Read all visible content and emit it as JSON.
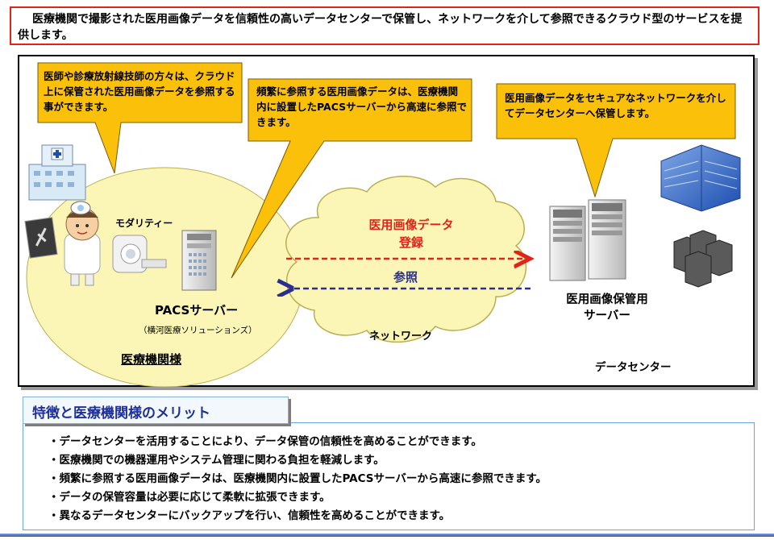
{
  "summary": {
    "text": "医療機関で撮影された医用画像データを信頼性の高いデータセンターで保管し、ネットワークを介して参照できるクラウド型のサービスを提供します。"
  },
  "callouts": {
    "physicians": "医師や診療放射線技師の方々は、クラウド上に保管された医用画像データを参照する事ができます。",
    "pacs_fast": "頻繁に参照する医用画像データは、医療機関内に設置したPACSサーバーから高速に参照できます。",
    "secure": "医用画像データをセキュアなネットワークを介してデータセンターへ保管します。"
  },
  "hospital": {
    "modality_label": "モダリティー",
    "pacs_label": "PACSサーバー",
    "pacs_vendor": "（横河医療ソリューションズ）",
    "title": "医療機関様"
  },
  "network": {
    "register_line1": "医用画像データ",
    "register_line2": "登録",
    "reference": "参照",
    "label": "ネットワーク"
  },
  "datacenter": {
    "server_line1": "医用画像保管用",
    "server_line2": "サーバー",
    "label": "データセンター"
  },
  "merits": {
    "title": "特徴と医療機関様のメリット",
    "items": [
      "・データセンターを活用することにより、データ保管の信頼性を高めることができます。",
      "・医療機関での機器運用やシステム管理に関わる負担を軽減します。",
      "・頻繁に参照する医用画像データは、医療機関内に設置したPACSサーバーから高速に参照できます。",
      "・データの保管容量は必要に応じて柔軟に拡張できます。",
      "・異なるデータセンターにバックアップを行い、信頼性を高めることができます。"
    ]
  },
  "colors": {
    "register_arrow": "#e2231a",
    "reference_arrow": "#2b2f8f",
    "circle_fill": "#fbf6b5",
    "callout_fill": "#fbc10a",
    "dc_fill": "#e8f7fd"
  }
}
